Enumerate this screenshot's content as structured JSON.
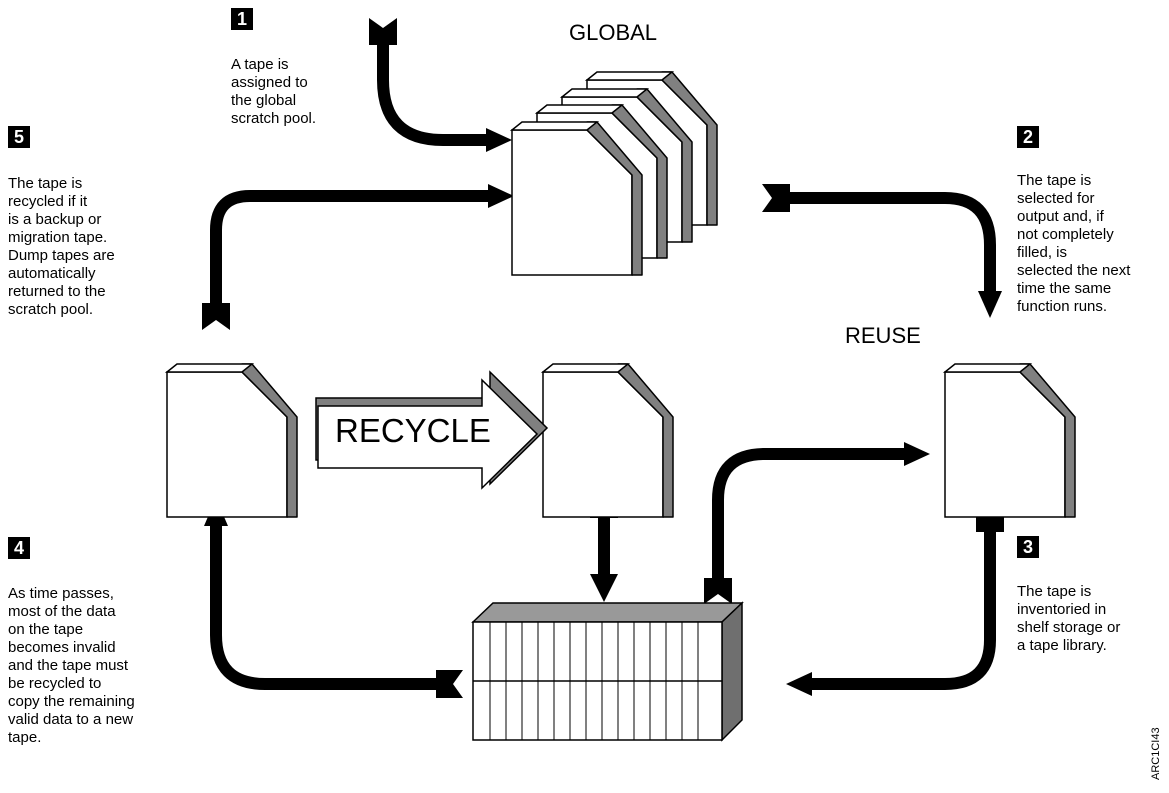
{
  "labels": {
    "global": "GLOBAL",
    "reuse": "REUSE",
    "recycle": "RECYCLE",
    "figure_id": "ARC1CI43"
  },
  "steps": [
    {
      "number": "1",
      "text": "A tape is\nassigned to\nthe global\nscratch pool."
    },
    {
      "number": "2",
      "text": "The tape is\nselected for\noutput and, if\nnot completely\nfilled, is\nselected the next\ntime the same\nfunction runs."
    },
    {
      "number": "3",
      "text": "The tape is\ninventoried in\nshelf storage or\na tape library."
    },
    {
      "number": "4",
      "text": "As time passes,\nmost of the data\non the tape\nbecomes invalid\nand the tape must\nbe recycled to\ncopy the remaining\nvalid data to a new\ntape."
    },
    {
      "number": "5",
      "text": "The tape is\nrecycled if it\nis a backup or\nmigration tape.\nDump tapes are\nautomatically\nreturned to the\nscratch pool."
    }
  ],
  "colors": {
    "line": "#000000",
    "tape_face": "#ffffff",
    "tape_side": "#808080",
    "library_top": "#999999",
    "library_side": "#6f6f6f"
  }
}
